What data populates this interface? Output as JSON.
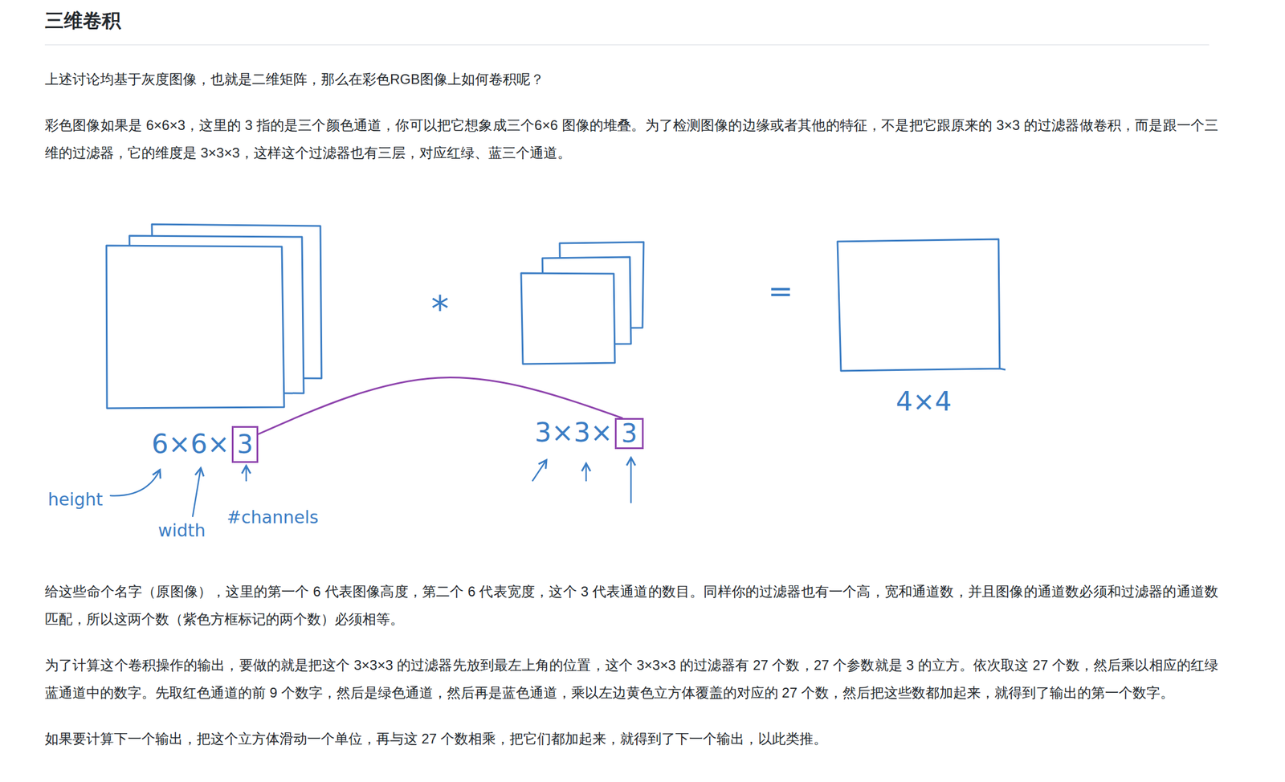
{
  "diagram": {
    "title": "三维卷积",
    "nodes": [
      {
        "text": [
          "3"
        ]
      },
      {
        "text": [
          "3"
        ]
      }
    ],
    "edges": [
      {
        "from": 0,
        "to": 1,
        "arrow": "none"
      }
    ],
    "labels": [
      "上述讨论均基于灰度图像，也就是二维矩阵，那么在彩色RGB图像上如何卷积呢？",
      "彩色图像如果是 6×6×3，这里的 3 指的是三个颜色通道，你可以把它想象成三个6×6 图像的堆叠。为了检测图像的边缘或者其他的特征，不是把它跟原来的 3×3 的过滤器做卷积，而是跟一个三维的过滤器，它的维度是 3×3×3，这样这个过滤器也有三层，对应红绿、蓝三个通道。",
      "*",
      "=",
      "4×4",
      "6×6×",
      "3×3×",
      "height",
      "width",
      "#channels",
      "给这些命个名字（原图像），这里的第一个 6 代表图像高度，第二个 6 代表宽度，这个 3 代表通道的数目。同样你的过滤器也有一个高，宽和通道数，并且图像的通道数必须和过滤器的通道数匹配，所以这两个数（紫色方框标记的两个数）必须相等。",
      "为了计算这个卷积操作的输出，要做的就是把这个 3×3×3 的过滤器先放到最左上角的位置，这个 3×3×3 的过滤器有 27 个数，27 个参数就是 3 的立方。依次取这 27 个数，然后乘以相应的红绿蓝通道中的数字。先取红色通道的前 9 个数字，然后是绿色通道，然后再是蓝色通道，乘以左边黄色立方体覆盖的对应的 27 个数，然后把这些数都加起来，就得到了输出的第一个数字。",
      "如果要计算下一个输出，把这个立方体滑动一个单位，再与这 27 个数相乘，把它们都加起来，就得到了下一个输出，以此类推。"
    ]
  }
}
